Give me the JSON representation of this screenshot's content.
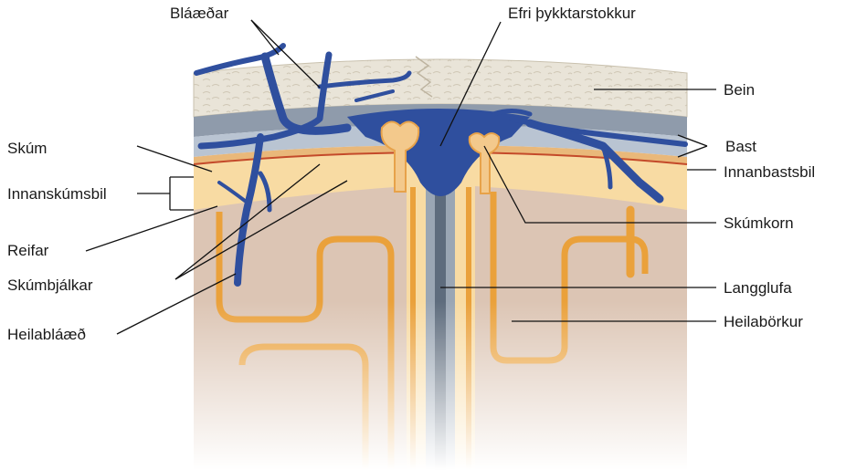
{
  "labels": {
    "blood_vessels": "Bláæðar",
    "superior_sagittal_sinus": "Efri þykktarstokkur",
    "bone": "Bein",
    "dura": "Bast",
    "subdural_space": "Innanbastsbil",
    "arachnoid_granulation": "Skúmkorn",
    "longitudinal_fissure": "Langglufa",
    "cerebral_cortex": "Heilabörkur",
    "arachnoid": "Skúm",
    "subarachnoid_space": "Innanskúmsbil",
    "pia": "Reifar",
    "arachnoid_trabeculae": "Skúmbjálkar",
    "cerebral_vein": "Heilabláæð"
  },
  "colors": {
    "bone": "#e6e1d4",
    "dura": "#8e9aa8",
    "vein": "#2f4f9e",
    "pia": "#e8a33a",
    "subarachnoid": "#f7d9a0",
    "cortex": "#d9c2b0"
  }
}
